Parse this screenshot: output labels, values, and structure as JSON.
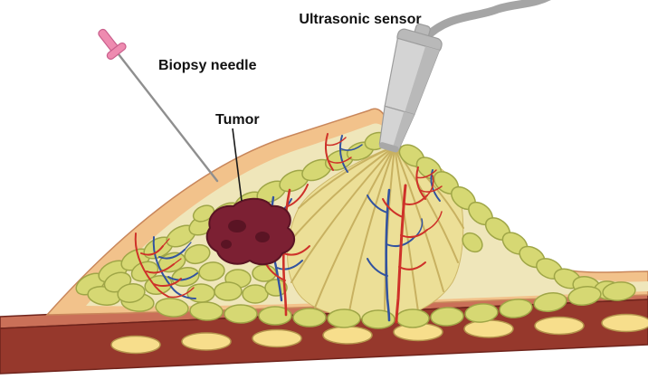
{
  "illustration": {
    "labels": {
      "ultrasonic_sensor": "Ultrasonic sensor",
      "biopsy_needle": "Biopsy needle",
      "tumor": "Tumor"
    },
    "colors": {
      "background": "#ffffff",
      "label_text": "#111111",
      "pointer_line": "#1a1a1a",
      "skin": "#f2c28b",
      "skin_outline": "#c9875b",
      "tissue": "#efe6ba",
      "fat_lobule": "#d6d873",
      "fat_lobule_outline": "#9fa647",
      "gland": "#ecdf97",
      "gland_outline": "#cdb768",
      "duct_line": "#c8b161",
      "artery": "#ce3129",
      "vein": "#3253a0",
      "tumor_fill": "#7c2033",
      "tumor_dark": "#5a1424",
      "muscle_light": "#ca7058",
      "muscle_dark": "#96382c",
      "muscle_edge": "#6f241c",
      "rib": "#f7de8c",
      "rib_outline": "#b3944c",
      "sensor_body": "#d4d4d4",
      "sensor_shade": "#b9b9b9",
      "sensor_outline": "#9c9c9c",
      "sensor_tip": "#a8a8a8",
      "cable": "#a5a5a5",
      "needle": "#8f8f8f",
      "needle_handle": "#ee8bb0",
      "needle_handle_outline": "#c95f8c"
    }
  }
}
